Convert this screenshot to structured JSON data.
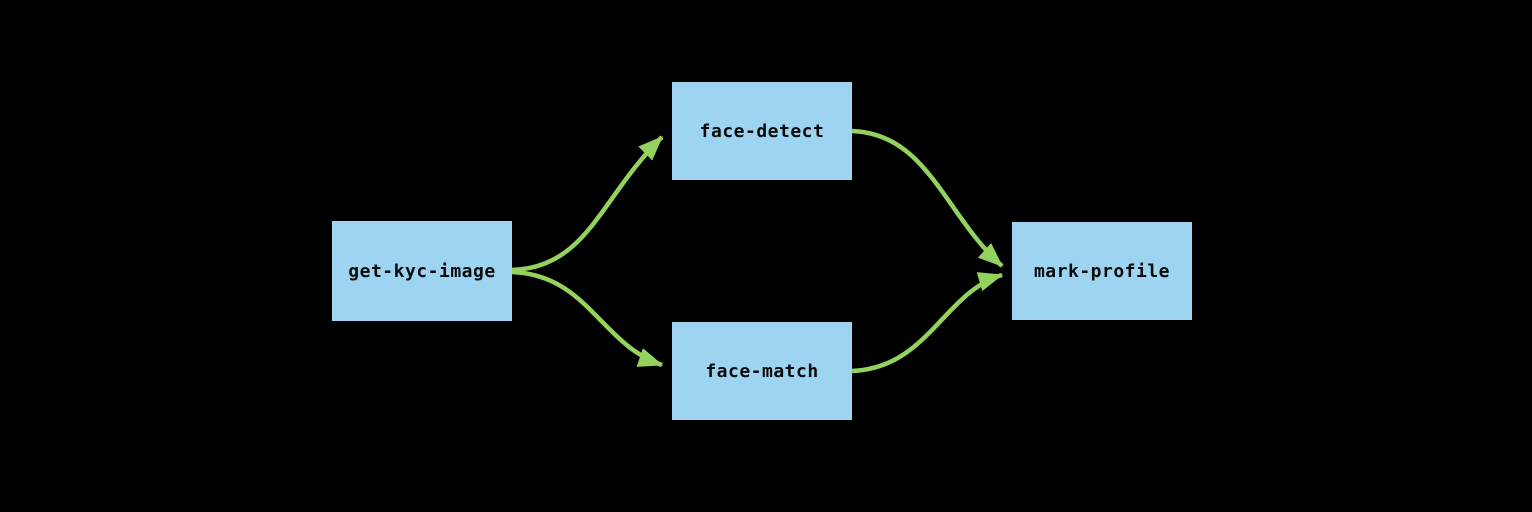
{
  "diagram": {
    "type": "dag-pipeline",
    "colors": {
      "background": "#000000",
      "node_fill": "#9dd4f2",
      "node_text": "#0a0a0a",
      "edge": "#94d25e"
    },
    "nodes": [
      {
        "id": "get-kyc-image",
        "label": "get-kyc-image"
      },
      {
        "id": "face-detect",
        "label": "face-detect"
      },
      {
        "id": "face-match",
        "label": "face-match"
      },
      {
        "id": "mark-profile",
        "label": "mark-profile"
      }
    ],
    "edges": [
      {
        "from": "get-kyc-image",
        "to": "face-detect"
      },
      {
        "from": "get-kyc-image",
        "to": "face-match"
      },
      {
        "from": "face-detect",
        "to": "mark-profile"
      },
      {
        "from": "face-match",
        "to": "mark-profile"
      }
    ]
  }
}
